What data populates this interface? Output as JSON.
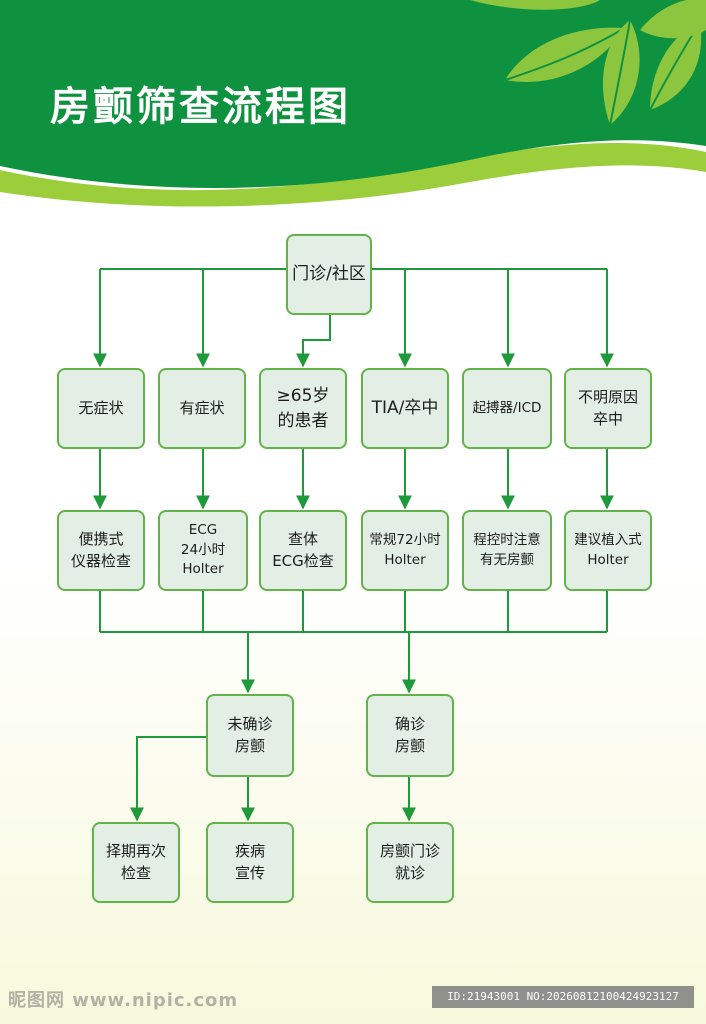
{
  "title": "房颤筛查流程图",
  "colors": {
    "header_green": "#0f9240",
    "accent_green": "#8cc63f",
    "box_fill": "#e3eee4",
    "box_border": "#62b34a",
    "arrow": "#1f9a3a"
  },
  "nodes": {
    "entry": "门诊/社区",
    "cat_1": "无症状",
    "cat_2": "有症状",
    "cat_3": "≥65岁\n的患者",
    "cat_4": "TIA/卒中",
    "cat_5": "起搏器/ICD",
    "cat_6": "不明原因\n卒中",
    "exam_1": "便携式\n仪器检查",
    "exam_2": "ECG\n24小时Holter",
    "exam_3": "查体\nECG检查",
    "exam_4": "常规72小时\nHolter",
    "exam_5": "程控时注意\n有无房颤",
    "exam_6": "建议植入式\nHolter",
    "unconfirmed": "未确诊\n房颤",
    "confirmed": "确诊\n房颤",
    "recheck": "择期再次\n检查",
    "education": "疾病\n宣传",
    "clinic": "房颤门诊\n就诊"
  },
  "watermark": {
    "left": "昵图网 www.nipic.com",
    "right": "ID:21943001 NO:20260812100424923127"
  }
}
